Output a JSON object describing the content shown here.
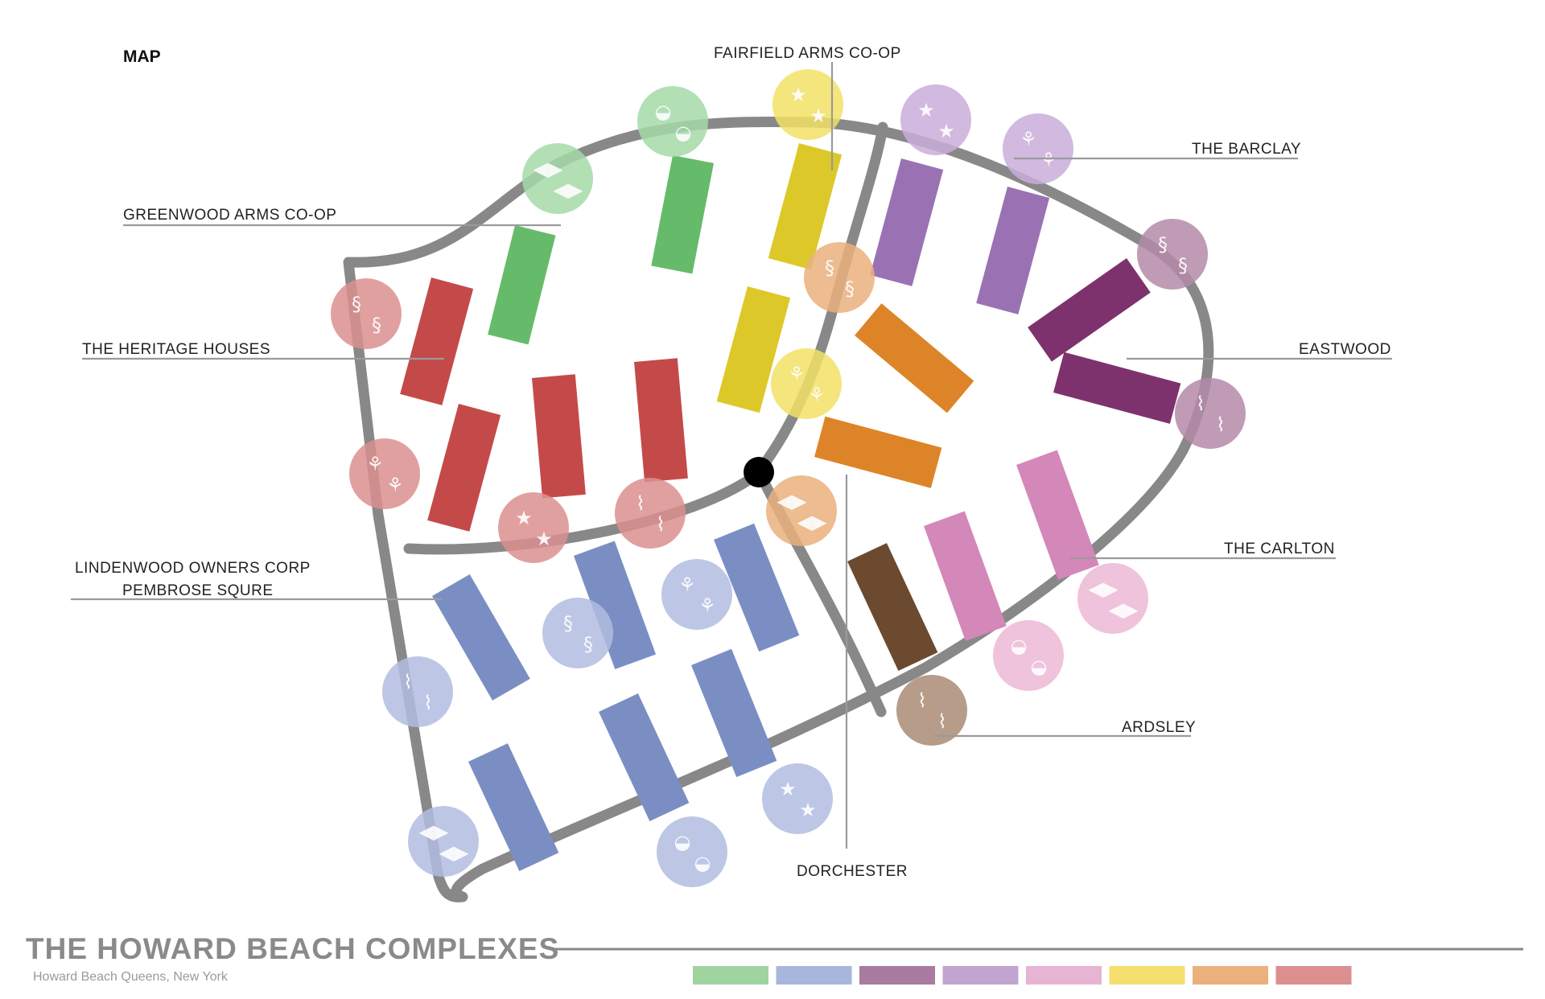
{
  "map_label": "MAP",
  "title": "THE HOWARD BEACH COMPLEXES",
  "subtitle": "Howard Beach Queens, New York",
  "colors": {
    "greenwood": "#66bb6a",
    "fairfield": "#ddc82a",
    "heritage": "#c44a4a",
    "lindenwood": "#7b8ec4",
    "barclay": "#9a72b3",
    "eastwood": "#7e326d",
    "dorchester": "#de8428",
    "carlton": "#d487b9",
    "ardsley": "#6b4a2f",
    "road": "#888888"
  },
  "labels": {
    "fairfield": "FAIRFIELD ARMS CO-OP",
    "barclay": "THE BARCLAY",
    "greenwood": "GREENWOOD ARMS CO-OP",
    "heritage": "THE HERITAGE HOUSES",
    "eastwood": "EASTWOOD",
    "carlton": "THE CARLTON",
    "lindenwood_1": "LINDENWOOD OWNERS CORP",
    "lindenwood_2": "PEMBROSE SQURE",
    "ardsley": "ARDSLEY",
    "dorchester": "DORCHESTER"
  },
  "legend": [
    {
      "color": "#9fd49f"
    },
    {
      "color": "#a9b6db"
    },
    {
      "color": "#a97ba0"
    },
    {
      "color": "#c1a5d0"
    },
    {
      "color": "#e8b4d3"
    },
    {
      "color": "#f5df6e"
    },
    {
      "color": "#eab07e"
    },
    {
      "color": "#dc8f8f"
    }
  ],
  "icons": {
    "fish": "fish-icon",
    "seahorse": "seahorse-icon",
    "starfish": "starfish-icon",
    "coral": "coral-icon",
    "shell": "shell-icon",
    "bird": "seagull-icon"
  }
}
